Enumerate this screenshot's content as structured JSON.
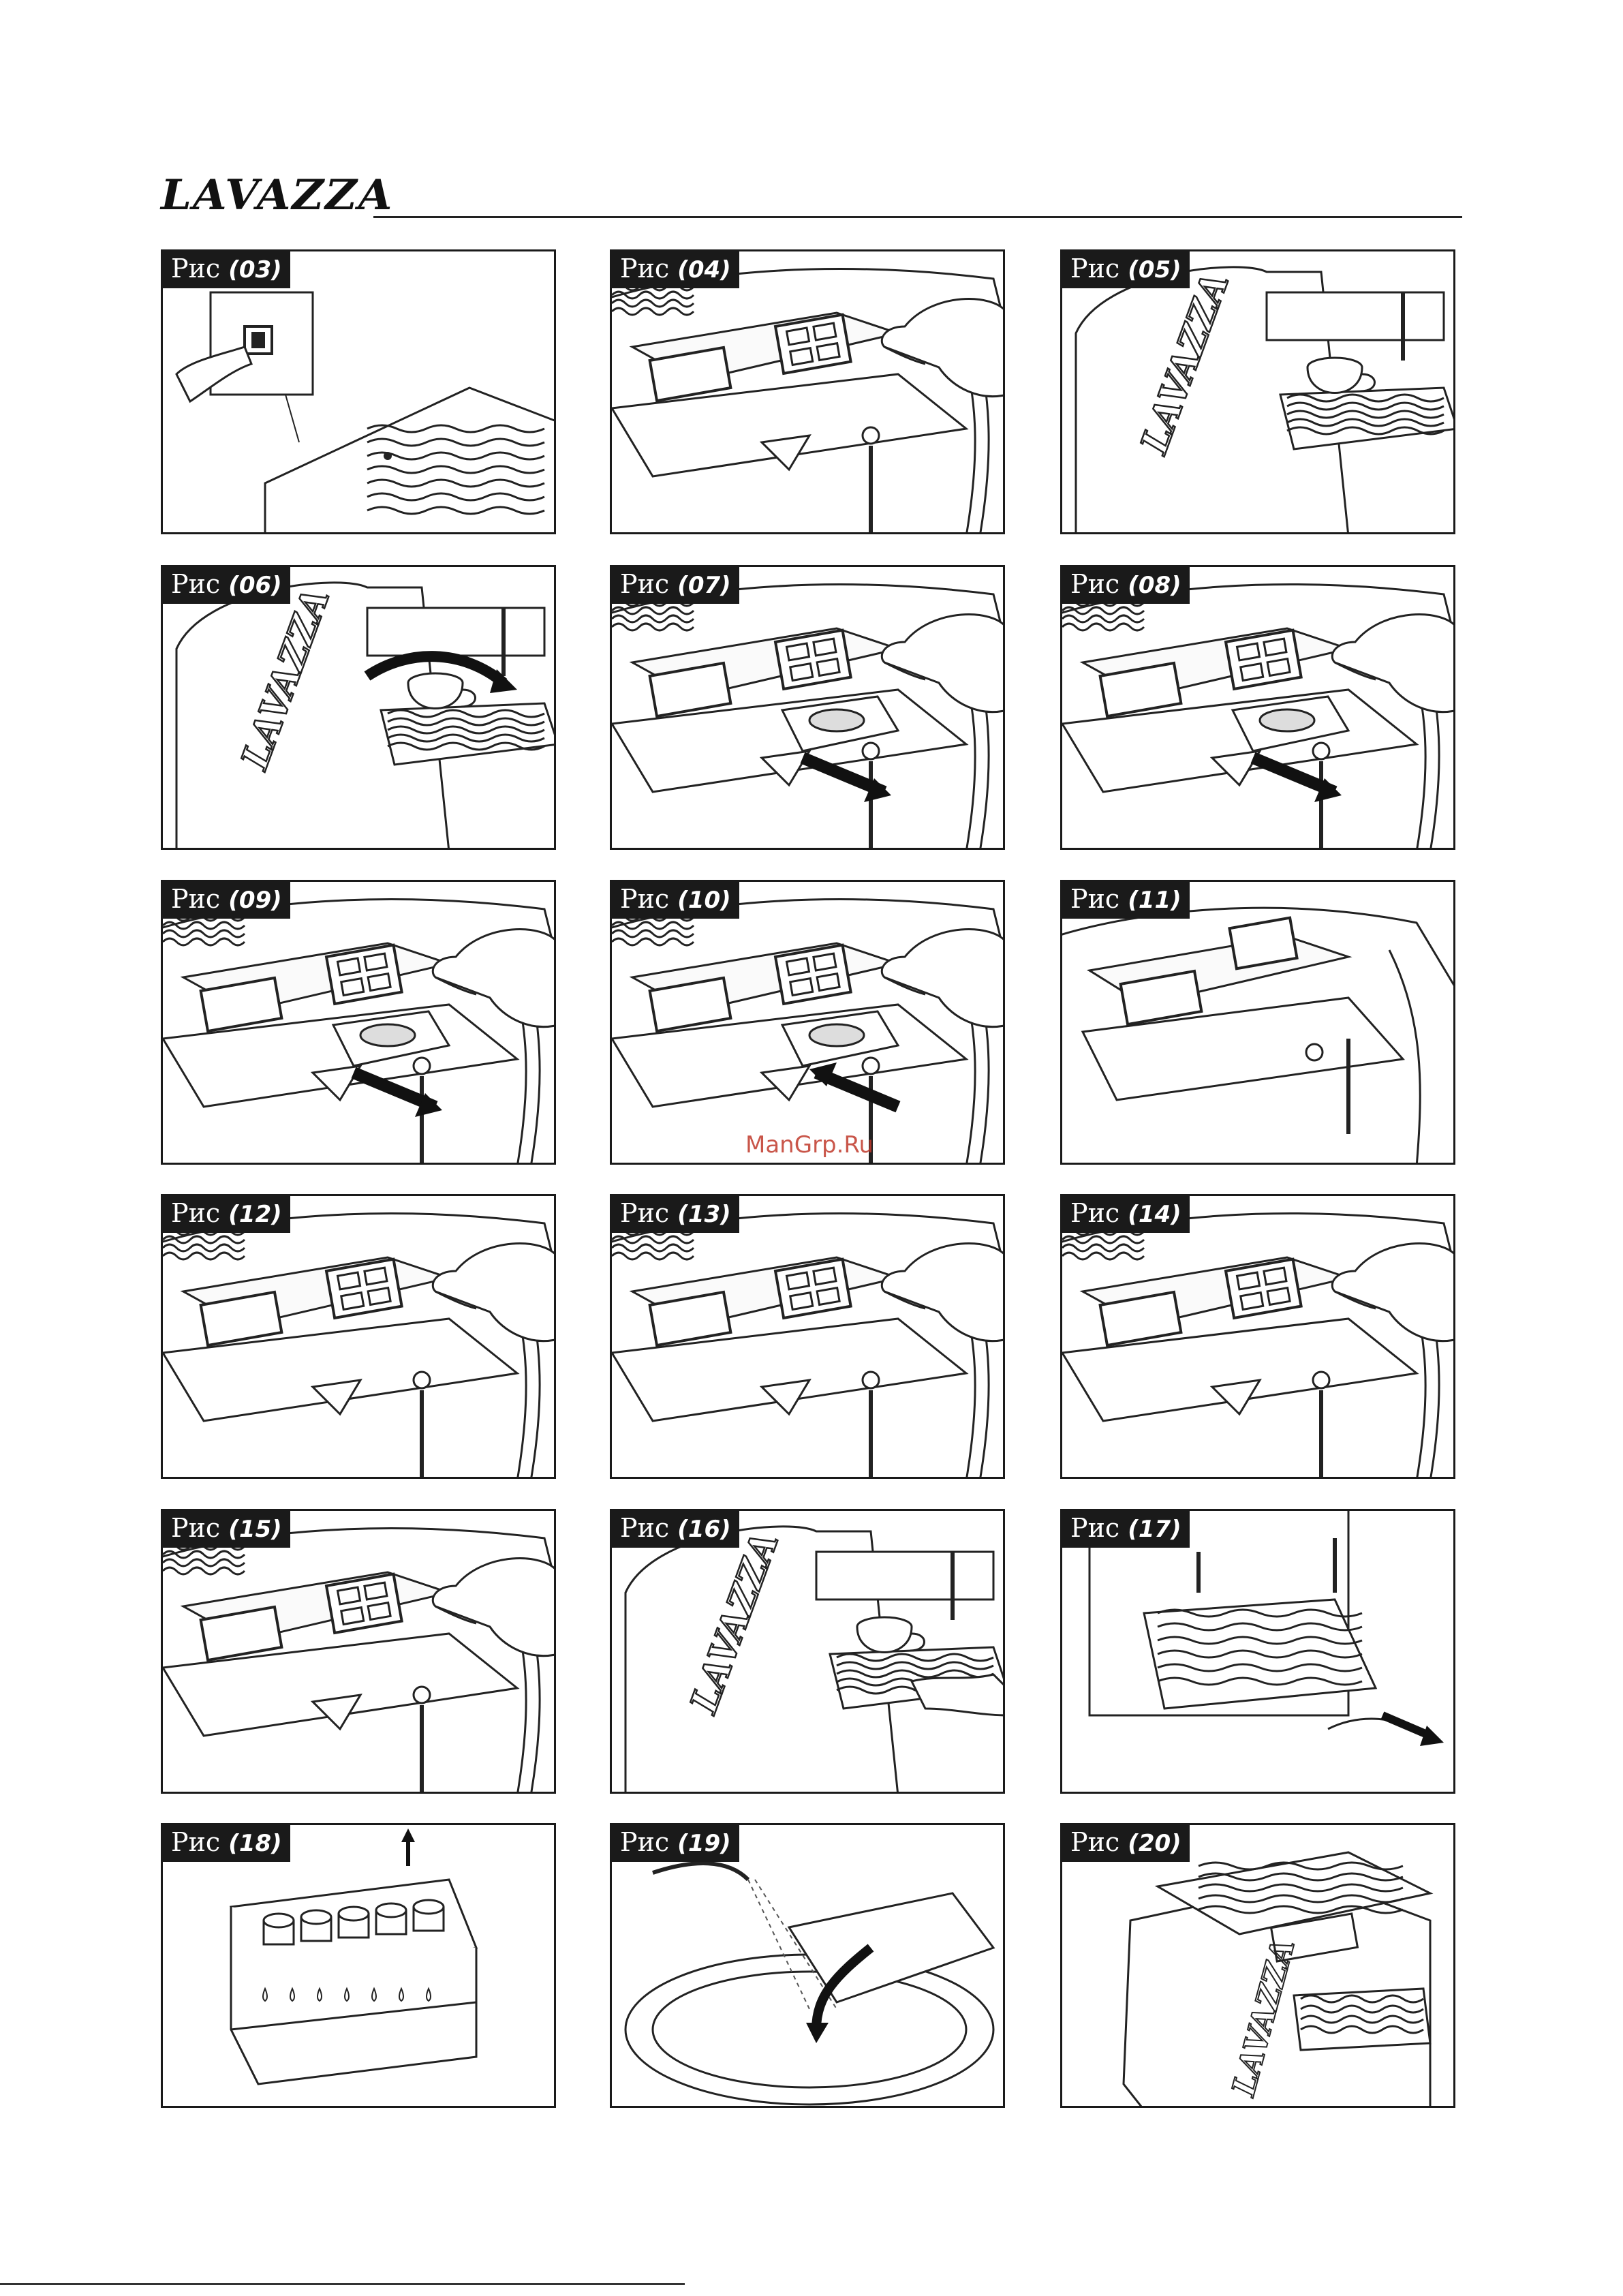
{
  "header": {
    "logo_text": "LAVAZZA"
  },
  "figures": [
    {
      "label": "Рис",
      "num": "(03)",
      "scene": "power-switch"
    },
    {
      "label": "Рис",
      "num": "(04)",
      "scene": "control-panel"
    },
    {
      "label": "Рис",
      "num": "(05)",
      "scene": "machine-cup"
    },
    {
      "label": "Рис",
      "num": "(06)",
      "scene": "machine-cup-arrow"
    },
    {
      "label": "Рис",
      "num": "(07)",
      "scene": "capsule-holder-out"
    },
    {
      "label": "Рис",
      "num": "(08)",
      "scene": "insert-capsule"
    },
    {
      "label": "Рис",
      "num": "(09)",
      "scene": "press-capsule"
    },
    {
      "label": "Рис",
      "num": "(10)",
      "scene": "capsule-holder-in"
    },
    {
      "label": "Рис",
      "num": "(11)",
      "scene": "machine-front"
    },
    {
      "label": "Рис",
      "num": "(12)",
      "scene": "control-panel"
    },
    {
      "label": "Рис",
      "num": "(13)",
      "scene": "control-panel"
    },
    {
      "label": "Рис",
      "num": "(14)",
      "scene": "control-panel"
    },
    {
      "label": "Рис",
      "num": "(15)",
      "scene": "control-panel"
    },
    {
      "label": "Рис",
      "num": "(16)",
      "scene": "machine-cup-hand"
    },
    {
      "label": "Рис",
      "num": "(17)",
      "scene": "drip-tray-out"
    },
    {
      "label": "Рис",
      "num": "(18)",
      "scene": "capsule-container"
    },
    {
      "label": "Рис",
      "num": "(19)",
      "scene": "washing"
    },
    {
      "label": "Рис",
      "num": "(20)",
      "scene": "machine-full"
    }
  ],
  "watermark": "ManGrp.Ru"
}
